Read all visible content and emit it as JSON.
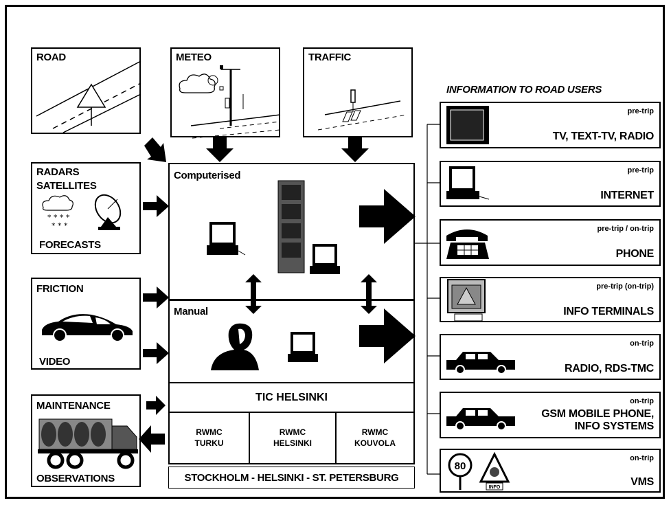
{
  "left_sources": {
    "road": "ROAD",
    "meteo": "METEO",
    "traffic": "TRAFFIC",
    "radars": "RADARS",
    "satellites": "SATELLITES",
    "forecasts": "FORECASTS",
    "friction": "FRICTION",
    "video": "VIDEO",
    "maintenance": "MAINTENANCE",
    "observations": "OBSERVATIONS"
  },
  "center": {
    "computerised": "Computerised",
    "manual": "Manual",
    "tic": "TIC HELSINKI",
    "rwmc": [
      {
        "line1": "RWMC",
        "line2": "TURKU"
      },
      {
        "line1": "RWMC",
        "line2": "HELSINKI"
      },
      {
        "line1": "RWMC",
        "line2": "KOUVOLA"
      }
    ],
    "corridor": "STOCKHOLM - HELSINKI - ST. PETERSBURG"
  },
  "right": {
    "title": "INFORMATION TO ROAD USERS",
    "channels": [
      {
        "tag": "pre-trip",
        "line1": "TV, TEXT-TV, RADIO",
        "line2": ""
      },
      {
        "tag": "pre-trip",
        "line1": "INTERNET",
        "line2": ""
      },
      {
        "tag": "pre-trip / on-trip",
        "line1": "PHONE",
        "line2": ""
      },
      {
        "tag": "pre-trip (on-trip)",
        "line1": "INFO TERMINALS",
        "line2": ""
      },
      {
        "tag": "on-trip",
        "line1": "RADIO, RDS-TMC",
        "line2": ""
      },
      {
        "tag": "on-trip",
        "line1": "GSM MOBILE PHONE,",
        "line2": "INFO SYSTEMS"
      },
      {
        "tag": "on-trip",
        "line1": "VMS",
        "line2": ""
      }
    ],
    "sign_speed": "80",
    "sign_info": "INFO"
  }
}
